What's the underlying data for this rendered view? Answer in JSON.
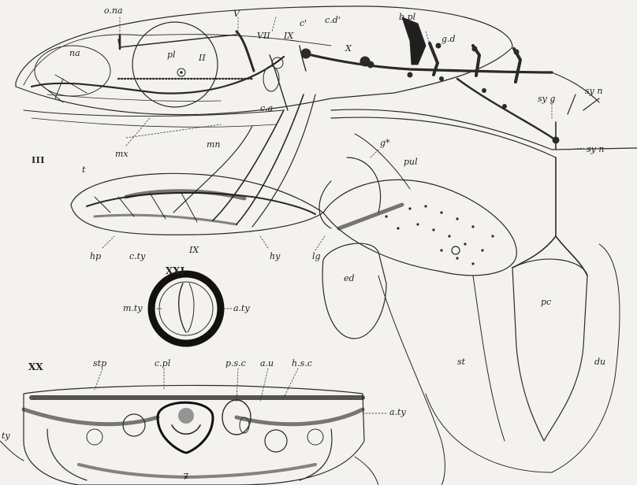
{
  "labels": {
    "o_na": "o.na",
    "V": "V",
    "VII": "VII",
    "IX_top": "IX",
    "c_prime": "c'",
    "c_d": "c.d'",
    "b_pl": "b.pl",
    "g_d": "g.d",
    "na": "na",
    "pl": "pl",
    "II": "II",
    "X": "X",
    "sy_g": "sy g",
    "sy_n_top": "sy n",
    "c_a": "c.a",
    "mx": "mx",
    "mn": "mn",
    "III": "III",
    "g_star": "g*",
    "pul": "pul",
    "sy_n_mid": "sy n",
    "t": "t",
    "hp": "hp",
    "c_ty": "c.ty",
    "IX_bottom": "IX",
    "hy": "hy",
    "lg": "lg",
    "ed": "ed",
    "pc": "pc",
    "st": "st",
    "du": "du",
    "XXI": "XXI",
    "m_ty": "m.ty",
    "a_ty_xxi": "a.ty",
    "XX": "XX",
    "stp": "stp",
    "c_pl": "c.pl",
    "p_s_c": "p.s.c",
    "a_u": "a.u",
    "h_s_c": "h.s.c",
    "a_ty_xx": "a.ty",
    "ty": "ty",
    "seven": "7"
  }
}
